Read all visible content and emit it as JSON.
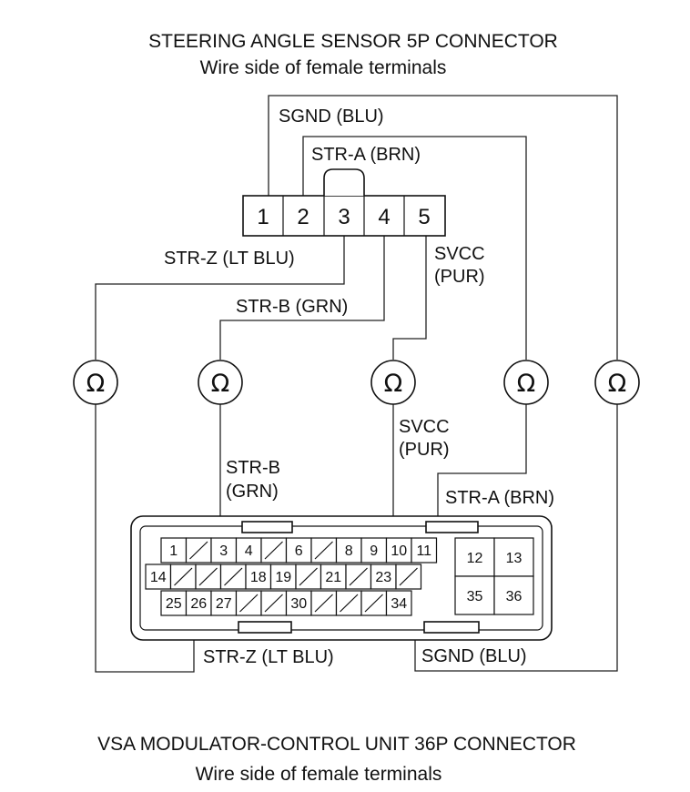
{
  "titles": {
    "top_title": "STEERING ANGLE SENSOR 5P CONNECTOR",
    "top_subtitle": "Wire side of female terminals",
    "bottom_title": "VSA MODULATOR-CONTROL UNIT 36P CONNECTOR",
    "bottom_subtitle": "Wire side of female terminals"
  },
  "sensor_connector": {
    "pins": [
      "1",
      "2",
      "3",
      "4",
      "5"
    ]
  },
  "wire_labels": {
    "sgnd_top": "SGND (BLU)",
    "stra_top": "STR-A (BRN)",
    "strz_top": "STR-Z (LT BLU)",
    "svcc_top_1": "SVCC",
    "svcc_top_2": "(PUR)",
    "strb_top": "STR-B (GRN)",
    "svcc_bot_1": "SVCC",
    "svcc_bot_2": "(PUR)",
    "strb_bot_1": "STR-B",
    "strb_bot_2": "(GRN)",
    "stra_bot": "STR-A (BRN)",
    "strz_bot": "STR-Z (LT BLU)",
    "sgnd_bot": "SGND (BLU)"
  },
  "ohmmeter_symbol": "Ω",
  "vsa_connector": {
    "row1": [
      "1",
      "",
      "3",
      "4",
      "",
      "6",
      "",
      "8",
      "9",
      "10",
      "11"
    ],
    "row2": [
      "14",
      "",
      "",
      "",
      "18",
      "19",
      "",
      "21",
      "",
      "23",
      ""
    ],
    "row3": [
      "25",
      "26",
      "27",
      "",
      "",
      "30",
      "",
      "",
      "",
      "34"
    ],
    "block": [
      "12",
      "13",
      "35",
      "36"
    ]
  }
}
